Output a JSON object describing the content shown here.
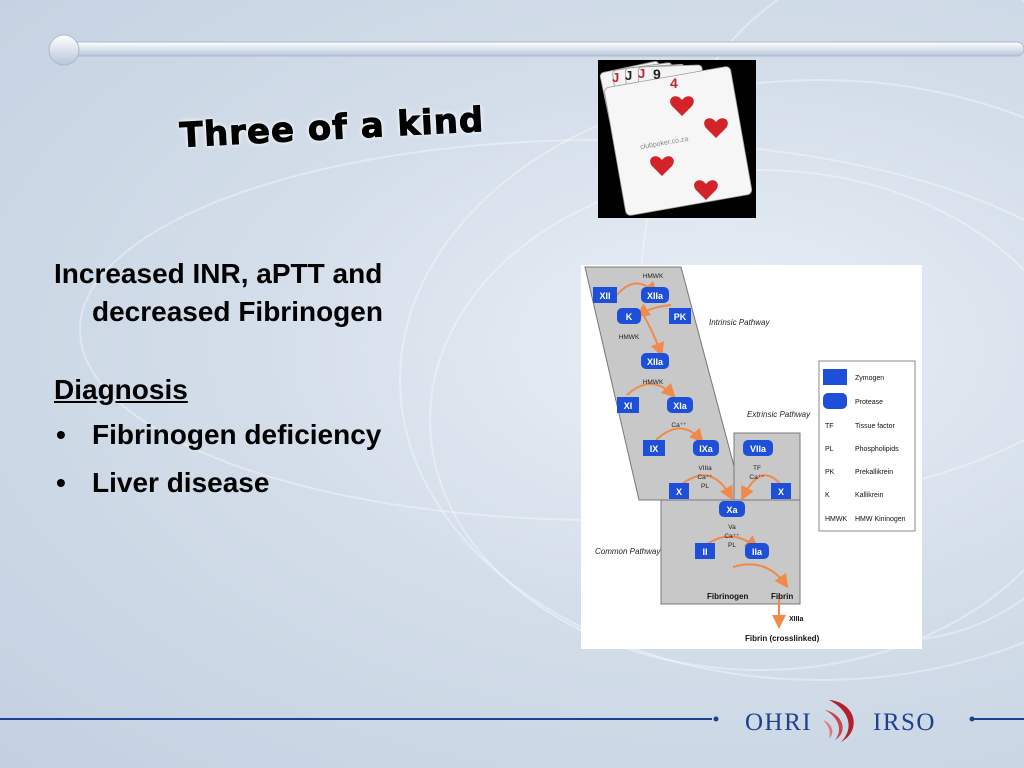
{
  "slide": {
    "title": "Three of a kind",
    "summary_line1": "Increased INR, aPTT and",
    "summary_line2": "decreased Fibrinogen",
    "diagnosis_heading": "Diagnosis",
    "bullet_char": "•",
    "diagnoses": [
      "Fibrinogen deficiency",
      "Liver disease"
    ]
  },
  "cards_image": {
    "watermark": "clubpoker.co.za",
    "card_ranks": [
      "J",
      "J",
      "J",
      "9",
      "4"
    ]
  },
  "pathway_diagram": {
    "hmwk": "HMWK",
    "intrinsic_label": "Intrinsic Pathway",
    "extrinsic_label": "Extrinsic Pathway",
    "common_label": "Common Pathway",
    "factors": {
      "xii": "XII",
      "xiia": "XIIa",
      "k": "K",
      "pk": "PK",
      "xiia2": "XIIa",
      "xi": "XI",
      "xia": "XIa",
      "ix": "IX",
      "ixa": "IXa",
      "viia": "VIIa",
      "x_left": "X",
      "x_right": "X",
      "xa": "Xa",
      "ii": "II",
      "iia": "IIa"
    },
    "cofactors": {
      "ca": "Ca⁺⁺",
      "viiia": "VIIIa",
      "ca2": "Ca⁺⁺",
      "pl": "PL",
      "tf": "TF",
      "ca3": "Ca⁺⁺",
      "va": "Va",
      "ca4": "Ca⁺⁺",
      "pl2": "PL"
    },
    "fibrinogen": "Fibrinogen",
    "fibrin": "Fibrin",
    "xiiia": "XIIIa",
    "fibrin_crosslinked": "Fibrin (crosslinked)",
    "legend": [
      {
        "key": "",
        "label": "Zymogen"
      },
      {
        "key": "",
        "label": "Protease"
      },
      {
        "key": "TF",
        "label": "Tissue factor"
      },
      {
        "key": "PL",
        "label": "Phospholipids"
      },
      {
        "key": "PK",
        "label": "Prekallikrein"
      },
      {
        "key": "K",
        "label": "Kallikrein"
      },
      {
        "key": "HMWK",
        "label": "HMW Kininogen"
      }
    ]
  },
  "footer": {
    "logo_left": "OHRI",
    "logo_right": "IRSO"
  },
  "colors": {
    "factor_blue": "#1d4fd8",
    "arrow_orange": "#f08a4b",
    "pathway_gray": "#c8c8c8",
    "footer_navy": "#1f3f8f",
    "logo_red": "#b3202c"
  }
}
